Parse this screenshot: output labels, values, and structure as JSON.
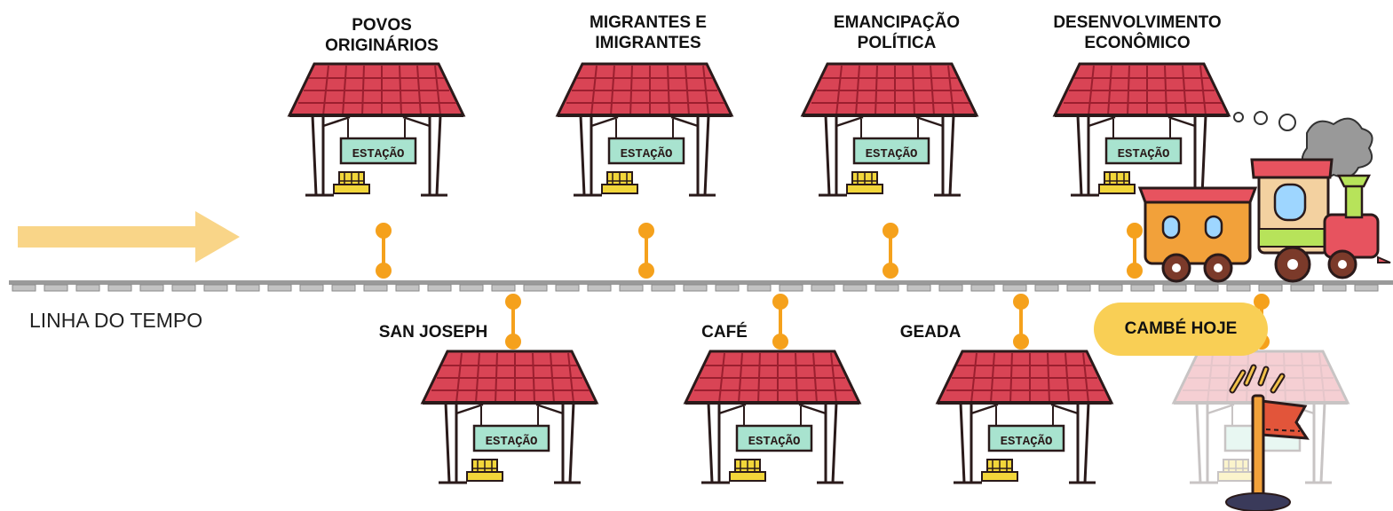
{
  "timeline_label": "LINHA DO TEMPO",
  "station_sign": "ESTAÇÃO",
  "stations_top": [
    {
      "line1": "POVOS",
      "line2": "ORIGINÁRIOS"
    },
    {
      "line1": "MIGRANTES E",
      "line2": "IMIGRANTES"
    },
    {
      "line1": "EMANCIPAÇÃO",
      "line2": "POLÍTICA"
    },
    {
      "line1": "DESENVOLVIMENTO",
      "line2": "ECONÔMICO"
    }
  ],
  "stations_bottom": [
    {
      "label": "SAN JOSEPH"
    },
    {
      "label": "CAFÉ"
    },
    {
      "label": "GEADA"
    }
  ],
  "today": {
    "label": "CAMBÉ HOJE"
  },
  "colors": {
    "roof": "#d94455",
    "sign": "#a8e3cf",
    "connector": "#f5a11c",
    "arrow": "#f9d588",
    "pill": "#f9cf55",
    "track": "#9a9a9a",
    "bench": "#f2d63a"
  }
}
